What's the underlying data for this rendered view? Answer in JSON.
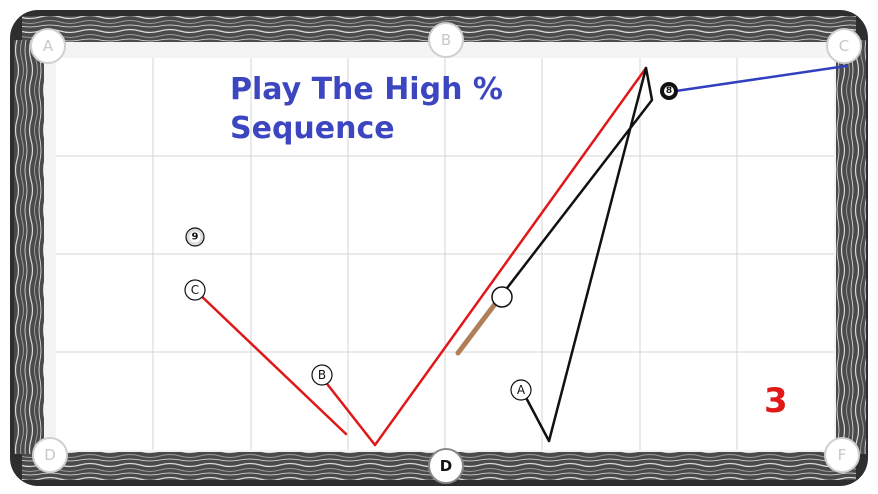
{
  "title": {
    "line1": "Play The High %",
    "line2": "Sequence"
  },
  "step_number": "3",
  "pockets": {
    "a": "A",
    "b": "B",
    "c": "C",
    "d": "D",
    "e": "D",
    "f": "F"
  },
  "balls": {
    "eight": "8",
    "nine": "9",
    "position_a": "A",
    "position_b": "B",
    "position_c": "C"
  },
  "colors": {
    "cloth": "#ffffff",
    "grid": "#d4d4d4",
    "rail": "#3a3a3a",
    "red_path": "#e01818",
    "black_path": "#111111",
    "blue_path": "#3240c0",
    "cue_stick": "#b07f58",
    "title": "#3c46c0"
  }
}
